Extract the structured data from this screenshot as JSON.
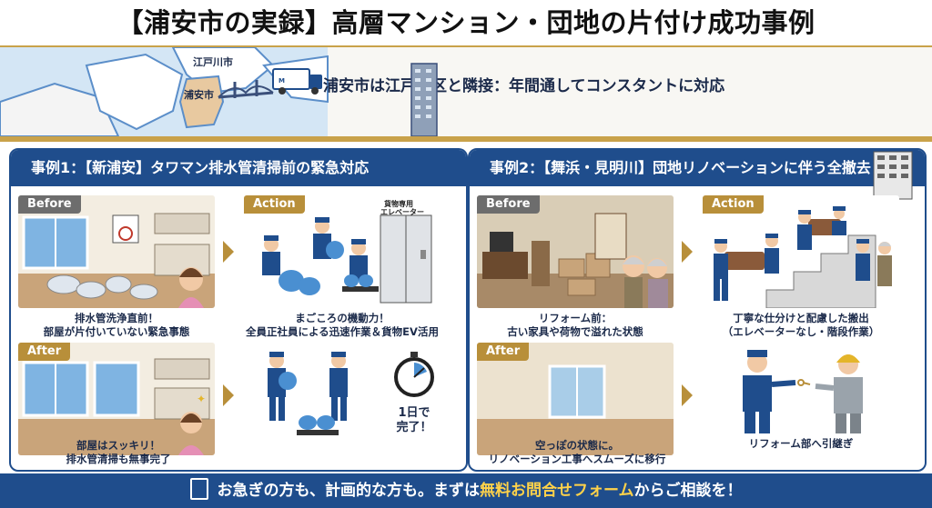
{
  "title": "【浦安市の実録】高層マンション・団地の片付け成功事例",
  "hero": {
    "subtitle": "浦安市は江戸川区と隣接：年間通してコンスタントに対応",
    "map_label_edogawa": "江戸川市",
    "map_label_urayasu": "浦安市"
  },
  "case1": {
    "heading": "事例1：【新浦安】タワマン排水管清掃前の緊急対応",
    "before_tag": "Before",
    "before_caption_1": "排水管洗浄直前！",
    "before_caption_2": "部屋が片付いていない緊急事態",
    "action_tag": "Action",
    "elevator_sign_1": "貨物専用",
    "elevator_sign_2": "エレベーター",
    "action_caption_1": "まごころの機動力！",
    "action_caption_2": "全員正社員による迅速作業＆貨物EV活用",
    "after_tag": "After",
    "after_caption_1": "部屋はスッキリ！",
    "after_caption_2": "排水管清掃も無事完了",
    "done_1": "1日で",
    "done_2": "完了！"
  },
  "case2": {
    "heading": "事例2：【舞浜・見明川】団地リノベーションに伴う全撤去",
    "before_tag": "Before",
    "before_caption_1": "リフォーム前：",
    "before_caption_2": "古い家具や荷物で溢れた状態",
    "action_tag": "Action",
    "action_caption_1": "丁寧な仕分けと配慮した搬出",
    "action_caption_2": "（エレベーターなし・階段作業）",
    "after_tag": "After",
    "after_caption_1": "空っぽの状態に。",
    "after_caption_2": "リノベーション工事へスムーズに移行",
    "handover_caption": "リフォーム部へ引継ぎ"
  },
  "footer": {
    "pre": "お急ぎの方も、計画的な方も。まずは",
    "highlight": "無料お問合せフォーム",
    "post": "からご相談を！"
  },
  "colors": {
    "navy": "#1f4d8c",
    "gold": "#c9a24a",
    "tag_grey": "#6d6d6d",
    "tag_gold": "#b88f3a",
    "highlight": "#ffd24a"
  }
}
